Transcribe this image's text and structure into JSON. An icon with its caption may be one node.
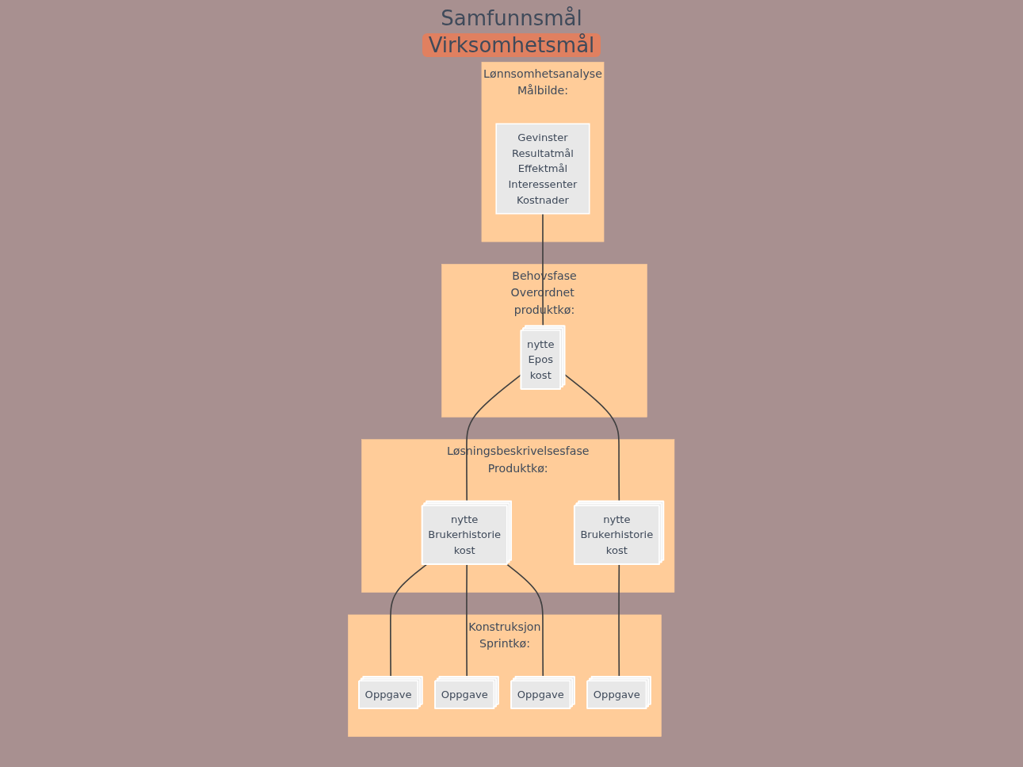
{
  "diagram": {
    "nodes": [
      {
        "text": [
          "Lønnsomhetsanalyse",
          "Målbilde:"
        ]
      },
      {
        "text": [
          "Gevinster",
          "Resultatmål",
          "Effektmål",
          "Interessenter",
          "Kostnader"
        ],
        "in": 0
      },
      {
        "text": [
          "Behovsfase",
          "Overordnet produktkø:"
        ]
      },
      {
        "text": [
          "nytte",
          "Epos",
          "kost"
        ],
        "in": 2
      },
      {
        "text": [
          "Løsningsbeskrivelsesfase",
          "Produktkø:"
        ]
      },
      {
        "text": [
          "nytte",
          "Brukerhistorie",
          "kost"
        ],
        "in": 4
      },
      {
        "text": [
          "nytte",
          "Brukerhistorie",
          "kost"
        ],
        "in": 4
      },
      {
        "text": [
          "Konstruksjon",
          "Sprintkø:"
        ]
      },
      {
        "text": [
          "Oppgave"
        ],
        "in": 7
      },
      {
        "text": [
          "Oppgave"
        ],
        "in": 7
      },
      {
        "text": [
          "Oppgave"
        ],
        "in": 7
      },
      {
        "text": [
          "Oppgave"
        ],
        "in": 7
      }
    ],
    "edges": [
      {
        "from": 1,
        "to": 3,
        "arrow": "none"
      },
      {
        "from": 3,
        "to": 5,
        "arrow": "none"
      },
      {
        "from": 3,
        "to": 6,
        "arrow": "none"
      },
      {
        "from": 5,
        "to": 8,
        "arrow": "none"
      },
      {
        "from": 5,
        "to": 9,
        "arrow": "none"
      },
      {
        "from": 5,
        "to": 10,
        "arrow": "none"
      },
      {
        "from": 6,
        "to": 11,
        "arrow": "none"
      }
    ],
    "labels": [
      "Samfunnsmål",
      "Virksomhetsmål"
    ]
  }
}
